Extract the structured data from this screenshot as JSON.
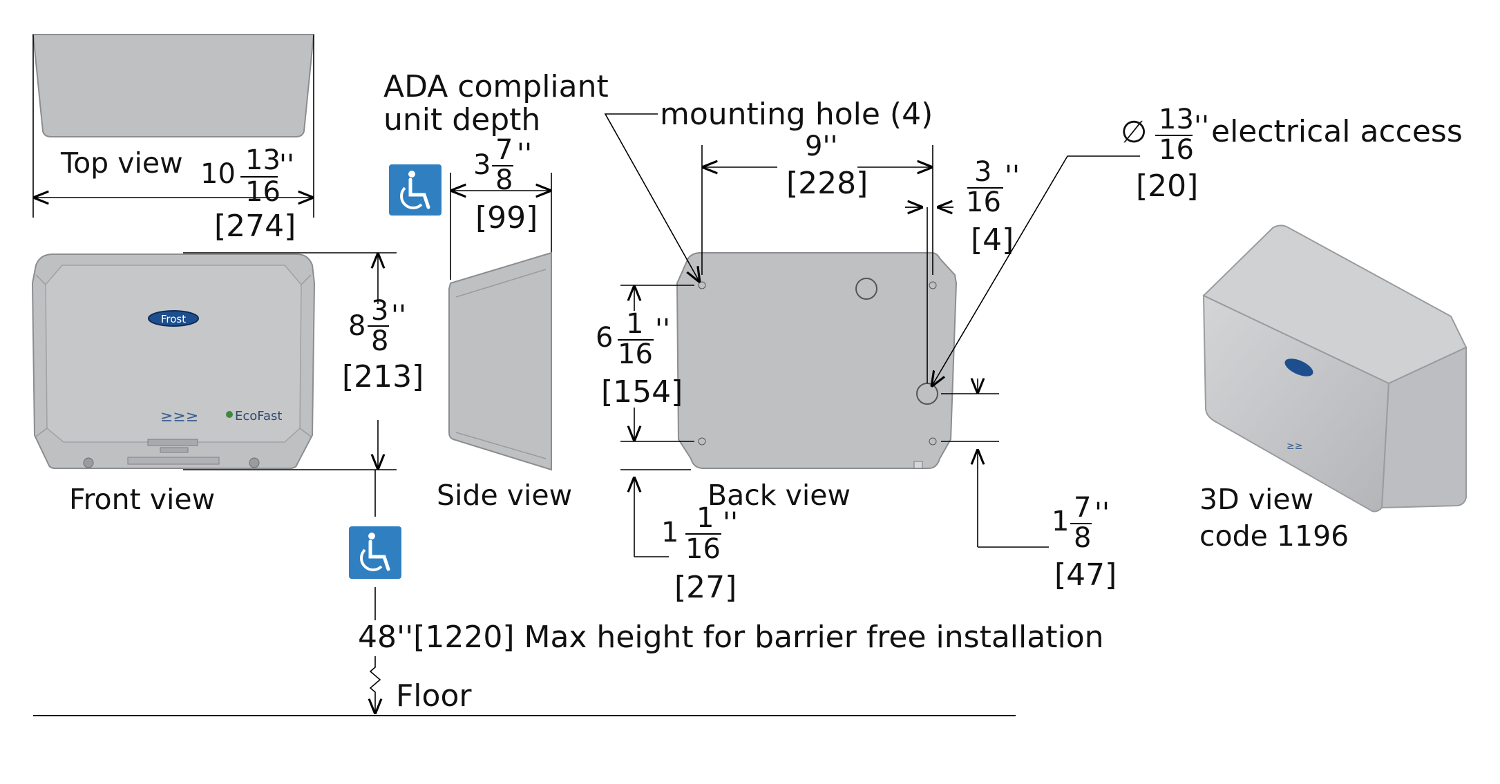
{
  "views": {
    "top": "Top view",
    "front": "Front view",
    "side": "Side view",
    "back": "Back view",
    "three_d": "3D view",
    "code": "code 1196"
  },
  "ada": {
    "line1": "ADA compliant",
    "line2": "unit depth",
    "icon": "wheelchair-accessibility-icon",
    "color": "#2f7fc1"
  },
  "dimensions": {
    "width": {
      "whole": "10",
      "num": "13",
      "den": "16",
      "unit": "''",
      "mm": "[274]"
    },
    "height": {
      "whole": "8",
      "num": "3",
      "den": "8",
      "unit": "''",
      "mm": "[213]"
    },
    "depth": {
      "whole": "3",
      "num": "7",
      "den": "8",
      "unit": "''",
      "mm": "[99]"
    },
    "hole_spacing_h": {
      "value": "9''",
      "mm": "[228]"
    },
    "hole_spacing_v": {
      "whole": "6",
      "num": "1",
      "den": "16",
      "unit": "''",
      "mm": "[154]"
    },
    "edge_offset": {
      "num": "3",
      "den": "16",
      "unit": "''",
      "mm": "[4]"
    },
    "bottom_left": {
      "whole": "1",
      "num": "1",
      "den": "16",
      "unit": "''",
      "mm": "[27]"
    },
    "bottom_right": {
      "whole": "1",
      "num": "7",
      "den": "8",
      "unit": "''",
      "mm": "[47]"
    }
  },
  "callouts": {
    "mounting_hole": "mounting hole (4)",
    "electrical": {
      "symbol": "∅",
      "num": "13",
      "den": "16",
      "unit": "''",
      "label": "electrical access",
      "mm": "[20]"
    }
  },
  "installation": {
    "max_height": "48''[1220] Max height for barrier free installation",
    "floor": "Floor"
  },
  "brand": {
    "logo": "Frost",
    "secondary_logo": "EcoFast"
  }
}
